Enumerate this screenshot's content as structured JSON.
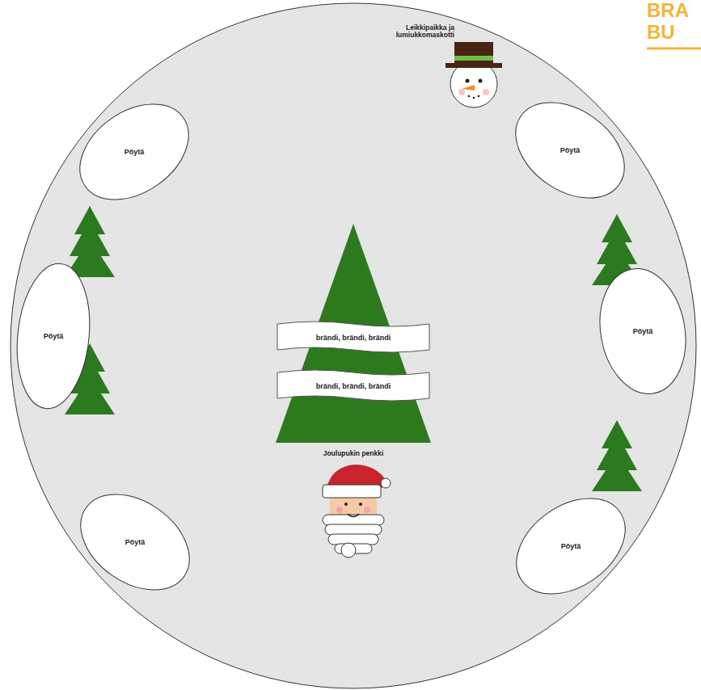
{
  "diagram": {
    "nodes": [
      {
        "text": [
          "Pöytä"
        ]
      },
      {
        "text": [
          "Pöytä"
        ]
      },
      {
        "text": [
          "Pöytä"
        ]
      },
      {
        "text": [
          "brändi, brändi, brändi"
        ]
      },
      {
        "text": [
          "Pöytä"
        ]
      },
      {
        "text": [
          "brändi, brändi, brändi"
        ]
      },
      {
        "text": [
          "Pöytä"
        ]
      },
      {
        "text": [
          "Pöytä"
        ]
      }
    ],
    "labels": [
      "BRA",
      "BU",
      "Leikkipaikka ja lumiukkomaskotti",
      "Joulupukin penkki"
    ]
  }
}
